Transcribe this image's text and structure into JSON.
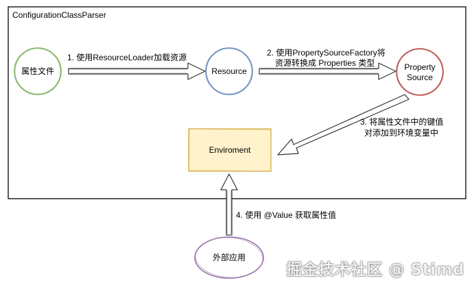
{
  "container": {
    "title": "ConfigurationClassParser"
  },
  "nodes": {
    "props_file": {
      "label": "属性文件",
      "stroke": "#82b366",
      "fill": "#ffffff"
    },
    "resource": {
      "label": "Resource",
      "stroke": "#6c8ebf",
      "fill": "#ffffff"
    },
    "property_source": {
      "label_line1": "Property",
      "label_line2": "Source",
      "stroke": "#b85450",
      "fill": "#ffffff"
    },
    "environment": {
      "label": "Enviroment",
      "stroke": "#d6b656",
      "fill": "#fff2cc"
    },
    "external_app": {
      "label": "外部应用",
      "stroke": "#9673a6",
      "fill": "#ffffff"
    }
  },
  "edges": {
    "e1": {
      "label": "1. 使用ResourceLoader加载资源"
    },
    "e2": {
      "label_line1": "2. 使用PropertySourceFactory将",
      "label_line2": "资源转换成 Properties 类型"
    },
    "e3": {
      "label_line1": "3. 将属性文件中的键值",
      "label_line2": "对添加到环境变量中"
    },
    "e4": {
      "label": "4. 使用 @Value 获取属性值"
    }
  },
  "watermark": "掘金技术社区 @ Stimd"
}
